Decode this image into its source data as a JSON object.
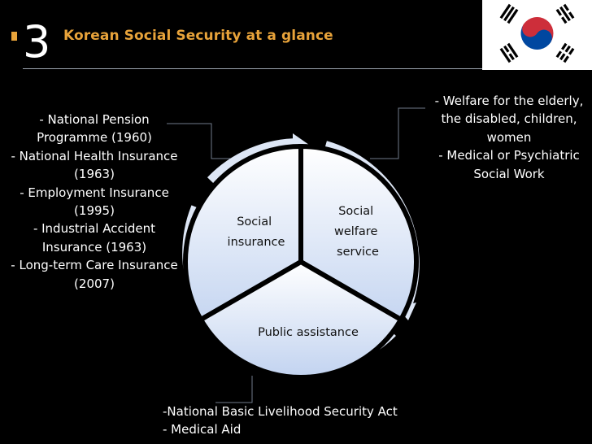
{
  "slide": {
    "number": "3",
    "title": "Korean Social Security at a glance"
  },
  "colors": {
    "background": "#000000",
    "title": "#E8A33A",
    "segment_light": "#FFFFFF",
    "segment_dark": "#C9D8F2",
    "arrow": "#DCE6F5"
  },
  "flag": {
    "icon": "south-korea-flag-icon"
  },
  "diagram": {
    "segments": {
      "social_insurance": [
        "Social",
        "insurance"
      ],
      "social_welfare_service": [
        "Social",
        "welfare",
        "service"
      ],
      "public_assistance": [
        "Public assistance"
      ]
    }
  },
  "callouts": {
    "social_insurance": [
      "- National Pension",
      "Programme (1960)",
      "- National Health Insurance",
      "(1963)",
      "- Employment Insurance",
      "(1995)",
      "- Industrial Accident",
      "Insurance (1963)",
      "- Long-term Care Insurance",
      "(2007)"
    ],
    "social_welfare_service": [
      "- Welfare for the elderly,",
      "the disabled, children,",
      "women",
      "- Medical or Psychiatric",
      "Social Work"
    ],
    "public_assistance": [
      "-National Basic Livelihood Security Act",
      "- Medical Aid"
    ]
  }
}
